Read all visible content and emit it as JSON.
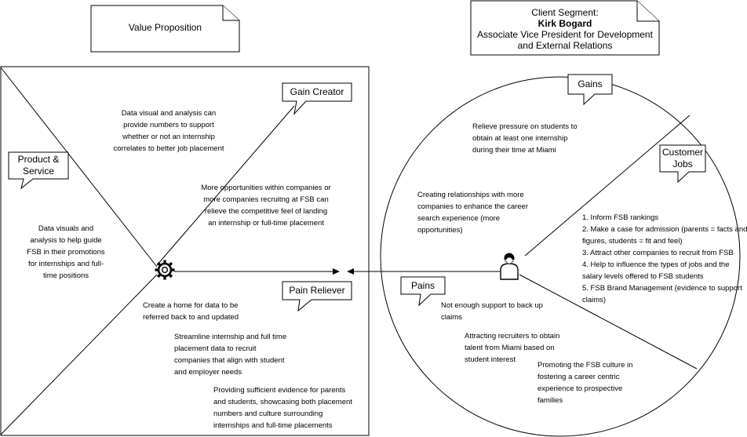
{
  "value_proposition": {
    "title": "Value Proposition",
    "gain_creator": {
      "label": "Gain Creator",
      "items": [
        [
          "Data visual and analysis can",
          "provide numbers to support",
          "whether or not an internship",
          "correlates to better job placement"
        ],
        [
          "More opportunities within companies or",
          "more companies recruitng at FSB can",
          "relieve the competitive feel of landing",
          "an internship or full-time placement"
        ]
      ]
    },
    "product_service": {
      "label_line1": "Product &",
      "label_line2": "Service",
      "items": [
        [
          "Data visuals and",
          "analysis to help guide",
          "FSB in their promotions",
          "for internships and full-",
          "time positions"
        ]
      ]
    },
    "pain_reliever": {
      "label": "Pain Reliever",
      "items": [
        [
          "Create a home for data to be",
          "referred back to and updated"
        ],
        [
          "Streamline internship and full time",
          "placement data to recruit",
          "companies that align with student",
          "and employer needs"
        ],
        [
          "Providing sufficient evidence for parents",
          "and students, showcasing both placement",
          "numbers and culture surrounding",
          "internships and full-time placements"
        ]
      ]
    }
  },
  "client_segment": {
    "title": "Client Segment:",
    "name": "Kirk Bogard",
    "role_line1": "Associate Vice President for Development",
    "role_line2": "and External Relations",
    "gains": {
      "label": "Gains",
      "items": [
        [
          "Relieve pressure on students to",
          "obtain at least one internship",
          "during their time at Miami"
        ],
        [
          "Creating relationships with more",
          "companies to enhance the career",
          "search experience (more",
          "opportunities)"
        ]
      ]
    },
    "customer_jobs": {
      "label_line1": "Customer",
      "label_line2": "Jobs",
      "items": [
        [
          "1. Inform FSB rankings",
          "2. Make a case for admission (parents = facts and",
          "figures, students = fit and feel)",
          "3. Attract other companies to recruit from FSB",
          "4. Help to influence the types of jobs and the",
          "salary levels offered to FSB students",
          "5. FSB Brand Management (evidence to support",
          "claims)"
        ]
      ]
    },
    "pains": {
      "label": "Pains",
      "items": [
        [
          "Not enough support to back up",
          "claims"
        ],
        [
          "Attracting recruiters to obtain",
          "talent from Miami based on",
          "student interest"
        ],
        [
          "Promoting the FSB culture in",
          "fostering a career centric",
          "experience to prospective",
          "families"
        ]
      ]
    }
  },
  "icons": {
    "product": "gear-icon",
    "customer": "person-icon"
  }
}
